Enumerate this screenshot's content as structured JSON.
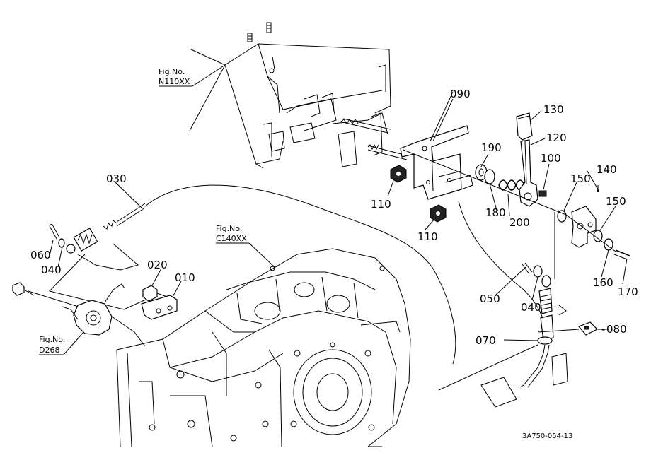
{
  "diagram_code": "3A750-054-13",
  "fig_refs": [
    {
      "prefix": "Fig.No.",
      "number": "N110XX"
    },
    {
      "prefix": "Fig.No.",
      "number": "C140XX"
    },
    {
      "prefix": "Fig.No.",
      "number": "D268"
    }
  ],
  "parts": [
    "090",
    "130",
    "120",
    "190",
    "100",
    "140",
    "150",
    "110",
    "180",
    "200",
    "150",
    "110",
    "030",
    "160",
    "170",
    "060",
    "040",
    "020",
    "010",
    "050",
    "040",
    "080",
    "070"
  ]
}
